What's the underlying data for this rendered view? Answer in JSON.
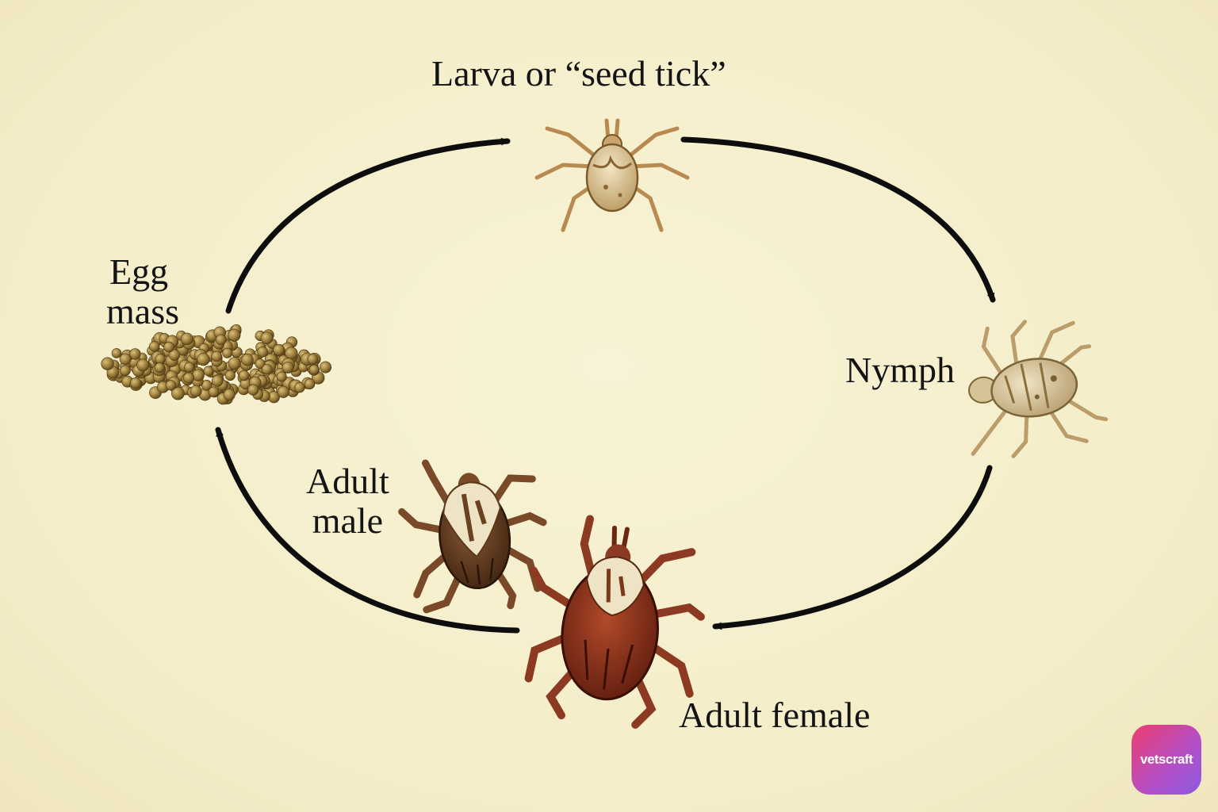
{
  "diagram": {
    "labels": {
      "larva": "Larva or “seed tick”",
      "egg_line1": "Egg",
      "egg_line2": "mass",
      "nymph": "Nymph",
      "male_line1": "Adult",
      "male_line2": "male",
      "female": "Adult female"
    },
    "arrow_color": "#0d0d0d",
    "stages": [
      "egg-mass",
      "larva",
      "nymph",
      "adult-female",
      "adult-male"
    ]
  },
  "watermark": {
    "text": "vetscraft",
    "gradient": [
      "#ee3d6e",
      "#8b5be0"
    ]
  }
}
